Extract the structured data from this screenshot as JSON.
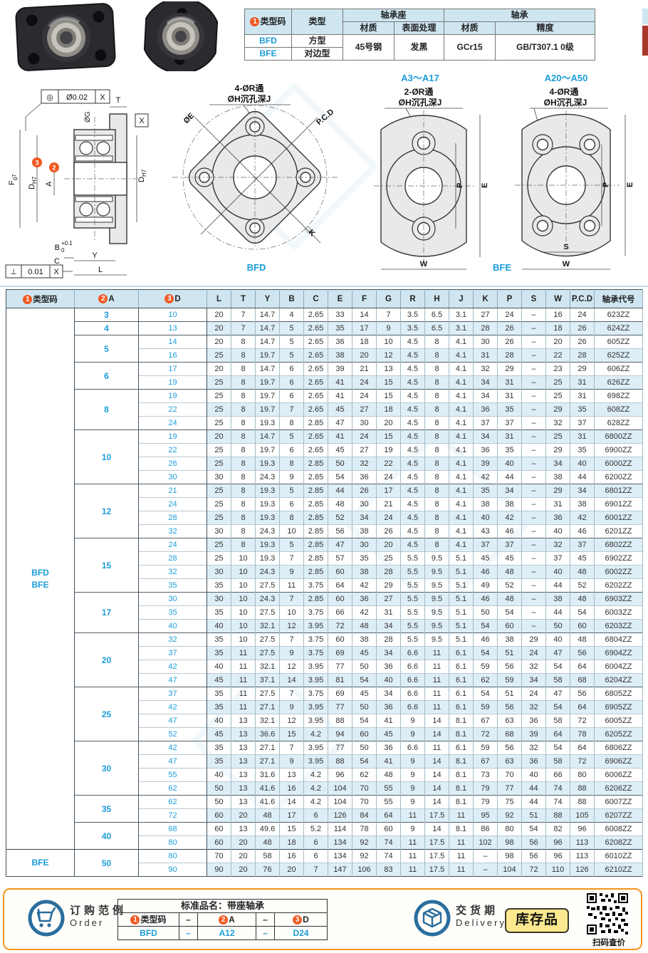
{
  "info_table": {
    "badge1": "1",
    "col1": "类型码",
    "col2": "类型",
    "group_housing": "轴承座",
    "group_bearing": "轴承",
    "sub_headers": [
      "材质",
      "表面处理",
      "材质",
      "精度"
    ],
    "rows": [
      {
        "code": "BFD",
        "type": "方型"
      },
      {
        "code": "BFE",
        "type": "对边型"
      }
    ],
    "housing_material": "45号钢",
    "surface_treatment": "发黑",
    "bearing_material": "GCr15",
    "precision": "GB/T307.1 0级"
  },
  "diagrams": {
    "tol_top": {
      "sym": "◎",
      "val": "Ø0.02",
      "datum": "X"
    },
    "tol_bottom": {
      "sym": "⊥",
      "val": "0.01",
      "datum": "X"
    },
    "section": {
      "t": "T",
      "og": "ØG",
      "x": "X",
      "f": "F",
      "f_tol": "g7",
      "badge3": "3",
      "d": "D",
      "d_tol": "H7",
      "badge2": "2",
      "a": "A",
      "dh7_d": "D",
      "dh7_tol": "H7",
      "b": "B",
      "b_sup": "+0.1",
      "b_sub": "0",
      "c": "C",
      "y": "Y",
      "l": "L"
    },
    "bfd": {
      "hole_note1": "4-ØR通",
      "hole_note2": "ØH沉孔深J",
      "oe": "ØE",
      "pcd": "P.C.D",
      "k": "□K",
      "caption": "BFD"
    },
    "bfe1": {
      "range": "A3～A17",
      "hole_note1": "2-ØR通",
      "hole_note2": "ØH沉孔深J",
      "p": "P",
      "e": "E",
      "w": "W"
    },
    "bfe2": {
      "range": "A20～A50",
      "hole_note1": "4-ØR通",
      "hole_note2": "ØH沉孔深J",
      "p": "P",
      "e": "E",
      "s": "S",
      "w": "W"
    },
    "bfe_caption": "BFE"
  },
  "main_table": {
    "headers": [
      {
        "badge": "1",
        "label": "类型码"
      },
      {
        "badge": "2",
        "label": "A"
      },
      {
        "badge": "3",
        "label": "D"
      },
      {
        "label": "L"
      },
      {
        "label": "T"
      },
      {
        "label": "Y"
      },
      {
        "label": "B"
      },
      {
        "label": "C"
      },
      {
        "label": "E"
      },
      {
        "label": "F"
      },
      {
        "label": "G"
      },
      {
        "label": "R"
      },
      {
        "label": "H"
      },
      {
        "label": "J"
      },
      {
        "label": "K"
      },
      {
        "label": "P"
      },
      {
        "label": "S"
      },
      {
        "label": "W"
      },
      {
        "label": "P.C.D"
      },
      {
        "label": "轴承代号"
      }
    ],
    "code_groups": [
      {
        "lines": [
          "BFD",
          "BFE"
        ],
        "count": 40
      },
      {
        "lines": [
          "BFE"
        ],
        "count": 2
      }
    ],
    "a_groups": [
      {
        "a": "3",
        "count": 1
      },
      {
        "a": "4",
        "count": 1
      },
      {
        "a": "5",
        "count": 2
      },
      {
        "a": "6",
        "count": 2
      },
      {
        "a": "8",
        "count": 3
      },
      {
        "a": "10",
        "count": 4
      },
      {
        "a": "12",
        "count": 4
      },
      {
        "a": "15",
        "count": 4
      },
      {
        "a": "17",
        "count": 3
      },
      {
        "a": "20",
        "count": 4
      },
      {
        "a": "25",
        "count": 4
      },
      {
        "a": "30",
        "count": 4
      },
      {
        "a": "35",
        "count": 2
      },
      {
        "a": "40",
        "count": 2
      },
      {
        "a": "50",
        "count": 2
      }
    ],
    "rows": [
      {
        "d": "10",
        "v": [
          "20",
          "7",
          "14.7",
          "4",
          "2.65",
          "33",
          "14",
          "7",
          "3.5",
          "6.5",
          "3.1",
          "27",
          "24",
          "–",
          "16",
          "24",
          "623ZZ"
        ]
      },
      {
        "d": "13",
        "v": [
          "20",
          "7",
          "14.7",
          "5",
          "2.65",
          "35",
          "17",
          "9",
          "3.5",
          "6.5",
          "3.1",
          "28",
          "26",
          "–",
          "18",
          "26",
          "624ZZ"
        ]
      },
      {
        "d": "14",
        "v": [
          "20",
          "8",
          "14.7",
          "5",
          "2.65",
          "36",
          "18",
          "10",
          "4.5",
          "8",
          "4.1",
          "30",
          "26",
          "–",
          "20",
          "26",
          "605ZZ"
        ]
      },
      {
        "d": "16",
        "v": [
          "25",
          "8",
          "19.7",
          "5",
          "2.65",
          "38",
          "20",
          "12",
          "4.5",
          "8",
          "4.1",
          "31",
          "28",
          "–",
          "22",
          "28",
          "625ZZ"
        ]
      },
      {
        "d": "17",
        "v": [
          "20",
          "8",
          "14.7",
          "6",
          "2.65",
          "39",
          "21",
          "13",
          "4.5",
          "8",
          "4.1",
          "32",
          "29",
          "–",
          "23",
          "29",
          "606ZZ"
        ]
      },
      {
        "d": "19",
        "v": [
          "25",
          "8",
          "19.7",
          "6",
          "2.65",
          "41",
          "24",
          "15",
          "4.5",
          "8",
          "4.1",
          "34",
          "31",
          "–",
          "25",
          "31",
          "626ZZ"
        ]
      },
      {
        "d": "19",
        "v": [
          "25",
          "8",
          "19.7",
          "6",
          "2.65",
          "41",
          "24",
          "15",
          "4.5",
          "8",
          "4.1",
          "34",
          "31",
          "–",
          "25",
          "31",
          "698ZZ"
        ]
      },
      {
        "d": "22",
        "v": [
          "25",
          "8",
          "19.7",
          "7",
          "2.65",
          "45",
          "27",
          "18",
          "4.5",
          "8",
          "4.1",
          "36",
          "35",
          "–",
          "29",
          "35",
          "608ZZ"
        ]
      },
      {
        "d": "24",
        "v": [
          "25",
          "8",
          "19.3",
          "8",
          "2.85",
          "47",
          "30",
          "20",
          "4.5",
          "8",
          "4.1",
          "37",
          "37",
          "–",
          "32",
          "37",
          "628ZZ"
        ]
      },
      {
        "d": "19",
        "v": [
          "20",
          "8",
          "14.7",
          "5",
          "2.65",
          "41",
          "24",
          "15",
          "4.5",
          "8",
          "4.1",
          "34",
          "31",
          "–",
          "25",
          "31",
          "6800ZZ"
        ]
      },
      {
        "d": "22",
        "v": [
          "25",
          "8",
          "19.7",
          "6",
          "2.65",
          "45",
          "27",
          "19",
          "4.5",
          "8",
          "4.1",
          "36",
          "35",
          "–",
          "29",
          "35",
          "6900ZZ"
        ]
      },
      {
        "d": "26",
        "v": [
          "25",
          "8",
          "19.3",
          "8",
          "2.85",
          "50",
          "32",
          "22",
          "4.5",
          "8",
          "4.1",
          "39",
          "40",
          "–",
          "34",
          "40",
          "6000ZZ"
        ]
      },
      {
        "d": "30",
        "v": [
          "30",
          "8",
          "24.3",
          "9",
          "2.85",
          "54",
          "36",
          "24",
          "4.5",
          "8",
          "4.1",
          "42",
          "44",
          "–",
          "38",
          "44",
          "6200ZZ"
        ]
      },
      {
        "d": "21",
        "v": [
          "25",
          "8",
          "19.3",
          "5",
          "2.85",
          "44",
          "26",
          "17",
          "4.5",
          "8",
          "4.1",
          "35",
          "34",
          "–",
          "29",
          "34",
          "6801ZZ"
        ]
      },
      {
        "d": "24",
        "v": [
          "25",
          "8",
          "19.3",
          "6",
          "2.85",
          "48",
          "30",
          "21",
          "4.5",
          "8",
          "4.1",
          "38",
          "38",
          "–",
          "31",
          "38",
          "6901ZZ"
        ]
      },
      {
        "d": "28",
        "v": [
          "25",
          "8",
          "19.3",
          "8",
          "2.85",
          "52",
          "34",
          "24",
          "4.5",
          "8",
          "4.1",
          "40",
          "42",
          "–",
          "36",
          "42",
          "6001ZZ"
        ]
      },
      {
        "d": "32",
        "v": [
          "30",
          "8",
          "24.3",
          "10",
          "2.85",
          "56",
          "38",
          "26",
          "4.5",
          "8",
          "4.1",
          "43",
          "46",
          "–",
          "40",
          "46",
          "6201ZZ"
        ]
      },
      {
        "d": "24",
        "v": [
          "25",
          "8",
          "19.3",
          "5",
          "2.85",
          "47",
          "30",
          "20",
          "4.5",
          "8",
          "4.1",
          "37",
          "37",
          "–",
          "32",
          "37",
          "6802ZZ"
        ]
      },
      {
        "d": "28",
        "v": [
          "25",
          "10",
          "19.3",
          "7",
          "2.85",
          "57",
          "35",
          "25",
          "5.5",
          "9.5",
          "5.1",
          "45",
          "45",
          "–",
          "37",
          "45",
          "6902ZZ"
        ]
      },
      {
        "d": "32",
        "v": [
          "30",
          "10",
          "24.3",
          "9",
          "2.85",
          "60",
          "38",
          "28",
          "5.5",
          "9.5",
          "5.1",
          "46",
          "48",
          "–",
          "40",
          "48",
          "6002ZZ"
        ]
      },
      {
        "d": "35",
        "v": [
          "35",
          "10",
          "27.5",
          "11",
          "3.75",
          "64",
          "42",
          "29",
          "5.5",
          "9.5",
          "5.1",
          "49",
          "52",
          "–",
          "44",
          "52",
          "6202ZZ"
        ]
      },
      {
        "d": "30",
        "v": [
          "30",
          "10",
          "24.3",
          "7",
          "2.85",
          "60",
          "36",
          "27",
          "5.5",
          "9.5",
          "5.1",
          "46",
          "48",
          "–",
          "38",
          "48",
          "6903ZZ"
        ]
      },
      {
        "d": "35",
        "v": [
          "35",
          "10",
          "27.5",
          "10",
          "3.75",
          "66",
          "42",
          "31",
          "5.5",
          "9.5",
          "5.1",
          "50",
          "54",
          "–",
          "44",
          "54",
          "6003ZZ"
        ]
      },
      {
        "d": "40",
        "v": [
          "40",
          "10",
          "32.1",
          "12",
          "3.95",
          "72",
          "48",
          "34",
          "5.5",
          "9.5",
          "5.1",
          "54",
          "60",
          "–",
          "50",
          "60",
          "6203ZZ"
        ]
      },
      {
        "d": "32",
        "v": [
          "35",
          "10",
          "27.5",
          "7",
          "3.75",
          "60",
          "38",
          "28",
          "5.5",
          "9.5",
          "5.1",
          "46",
          "38",
          "29",
          "40",
          "48",
          "6804ZZ"
        ]
      },
      {
        "d": "37",
        "v": [
          "35",
          "11",
          "27.5",
          "9",
          "3.75",
          "69",
          "45",
          "34",
          "6.6",
          "11",
          "6.1",
          "54",
          "51",
          "24",
          "47",
          "56",
          "6904ZZ"
        ]
      },
      {
        "d": "42",
        "v": [
          "40",
          "11",
          "32.1",
          "12",
          "3.95",
          "77",
          "50",
          "36",
          "6.6",
          "11",
          "6.1",
          "59",
          "56",
          "32",
          "54",
          "64",
          "6004ZZ"
        ]
      },
      {
        "d": "47",
        "v": [
          "45",
          "11",
          "37.1",
          "14",
          "3.95",
          "81",
          "54",
          "40",
          "6.6",
          "11",
          "6.1",
          "62",
          "59",
          "34",
          "58",
          "68",
          "6204ZZ"
        ]
      },
      {
        "d": "37",
        "v": [
          "35",
          "11",
          "27.5",
          "7",
          "3.75",
          "69",
          "45",
          "34",
          "6.6",
          "11",
          "6.1",
          "54",
          "51",
          "24",
          "47",
          "56",
          "6805ZZ"
        ]
      },
      {
        "d": "42",
        "v": [
          "35",
          "11",
          "27.1",
          "9",
          "3.95",
          "77",
          "50",
          "36",
          "6.6",
          "11",
          "6.1",
          "59",
          "56",
          "32",
          "54",
          "64",
          "6905ZZ"
        ]
      },
      {
        "d": "47",
        "v": [
          "40",
          "13",
          "32.1",
          "12",
          "3.95",
          "88",
          "54",
          "41",
          "9",
          "14",
          "8.1",
          "67",
          "63",
          "36",
          "58",
          "72",
          "6005ZZ"
        ]
      },
      {
        "d": "52",
        "v": [
          "45",
          "13",
          "36.6",
          "15",
          "4.2",
          "94",
          "60",
          "45",
          "9",
          "14",
          "8.1",
          "72",
          "68",
          "39",
          "64",
          "78",
          "6205ZZ"
        ]
      },
      {
        "d": "42",
        "v": [
          "35",
          "13",
          "27.1",
          "7",
          "3.95",
          "77",
          "50",
          "36",
          "6.6",
          "11",
          "6.1",
          "59",
          "56",
          "32",
          "54",
          "64",
          "6806ZZ"
        ]
      },
      {
        "d": "47",
        "v": [
          "35",
          "13",
          "27.1",
          "9",
          "3.95",
          "88",
          "54",
          "41",
          "9",
          "14",
          "8.1",
          "67",
          "63",
          "36",
          "58",
          "72",
          "6906ZZ"
        ]
      },
      {
        "d": "55",
        "v": [
          "40",
          "13",
          "31.6",
          "13",
          "4.2",
          "96",
          "62",
          "48",
          "9",
          "14",
          "8.1",
          "73",
          "70",
          "40",
          "66",
          "80",
          "6006ZZ"
        ]
      },
      {
        "d": "62",
        "v": [
          "50",
          "13",
          "41.6",
          "16",
          "4.2",
          "104",
          "70",
          "55",
          "9",
          "14",
          "8.1",
          "79",
          "77",
          "44",
          "74",
          "88",
          "6206ZZ"
        ]
      },
      {
        "d": "62",
        "v": [
          "50",
          "13",
          "41.6",
          "14",
          "4.2",
          "104",
          "70",
          "55",
          "9",
          "14",
          "8.1",
          "79",
          "75",
          "44",
          "74",
          "88",
          "6007ZZ"
        ]
      },
      {
        "d": "72",
        "v": [
          "60",
          "20",
          "48",
          "17",
          "6",
          "126",
          "84",
          "64",
          "11",
          "17.5",
          "11",
          "95",
          "92",
          "51",
          "88",
          "105",
          "6207ZZ"
        ]
      },
      {
        "d": "68",
        "v": [
          "60",
          "13",
          "49.6",
          "15",
          "5.2",
          "114",
          "78",
          "60",
          "9",
          "14",
          "8.1",
          "86",
          "80",
          "54",
          "82",
          "96",
          "6008ZZ"
        ]
      },
      {
        "d": "80",
        "v": [
          "60",
          "20",
          "48",
          "18",
          "6",
          "134",
          "92",
          "74",
          "11",
          "17.5",
          "11",
          "102",
          "98",
          "56",
          "96",
          "113",
          "6208ZZ"
        ]
      },
      {
        "d": "80",
        "v": [
          "70",
          "20",
          "58",
          "16",
          "6",
          "134",
          "92",
          "74",
          "11",
          "17.5",
          "11",
          "–",
          "98",
          "56",
          "96",
          "113",
          "6010ZZ"
        ]
      },
      {
        "d": "90",
        "v": [
          "90",
          "20",
          "76",
          "20",
          "7",
          "147",
          "106",
          "83",
          "11",
          "17.5",
          "11",
          "–",
          "104",
          "72",
          "110",
          "126",
          "6210ZZ"
        ]
      }
    ]
  },
  "footer": {
    "order": {
      "title_cn": "订购范例",
      "title_en": "Order",
      "table_title": "标准品名：带座轴承",
      "col1_badge": "1",
      "col1": "类型码",
      "dash1": "–",
      "col2_badge": "2",
      "col2": "A",
      "dash2": "–",
      "col3_badge": "3",
      "col3": "D",
      "val_code": "BFD",
      "val_dash1": "–",
      "val_a": "A12",
      "val_dash2": "–",
      "val_d": "D24"
    },
    "delivery": {
      "title_cn": "交货期",
      "title_en": "Delivery",
      "stock_badge": "库存品",
      "qr_label": "扫码查价"
    }
  }
}
